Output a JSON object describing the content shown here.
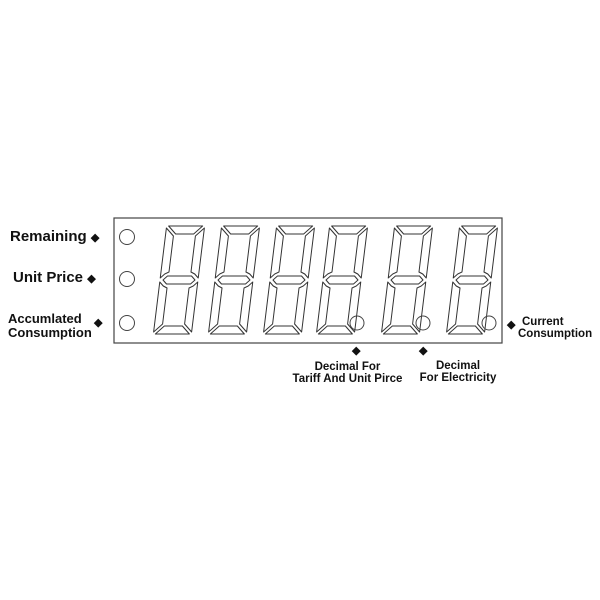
{
  "labels": {
    "remaining": "Remaining",
    "unit_price": "Unit Price",
    "accumulated_line1": "Accumlated",
    "accumulated_line2": "Consumption",
    "current_line1": "Current",
    "current_line2": "Consumption",
    "decimal_tariff_line1": "Decimal For",
    "decimal_tariff_line2": "Tariff And Unit Pirce",
    "decimal_electricity_line1": "Decimal",
    "decimal_electricity_line2": "For Electricity"
  },
  "display": {
    "digit_count": 6,
    "decimal_point_count": 3,
    "indicator_count": 3
  },
  "colors": {
    "stroke": "#333333",
    "text": "#111111"
  }
}
